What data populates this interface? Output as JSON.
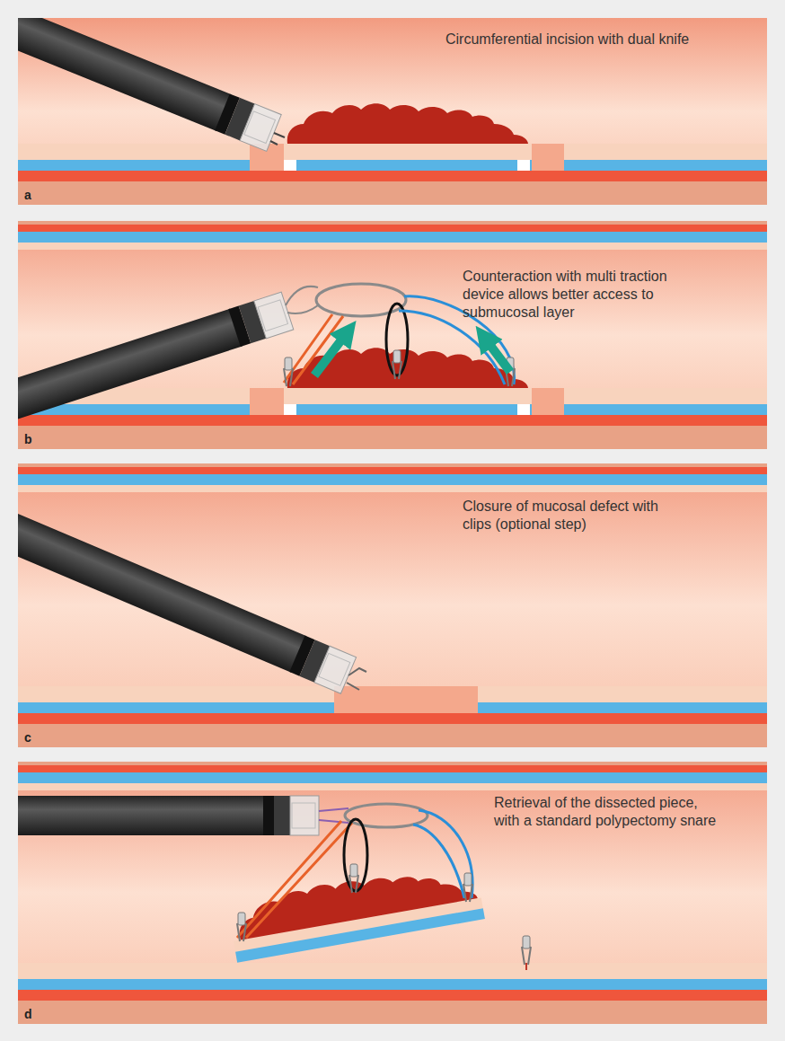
{
  "diagram": {
    "nodes": [
      {
        "text": [
          "Circumferential incision with dual knife",
          "a"
        ]
      },
      {
        "text": [
          "Counteraction with multi traction device allows better access to submucosal layer",
          "b"
        ]
      },
      {
        "text": [
          "Closure of mucosal defect with clips (optional step)",
          "c"
        ]
      },
      {
        "text": [
          "Retrieval of the dissected piece, with a standard polypectomy snare",
          "d"
        ]
      }
    ]
  }
}
